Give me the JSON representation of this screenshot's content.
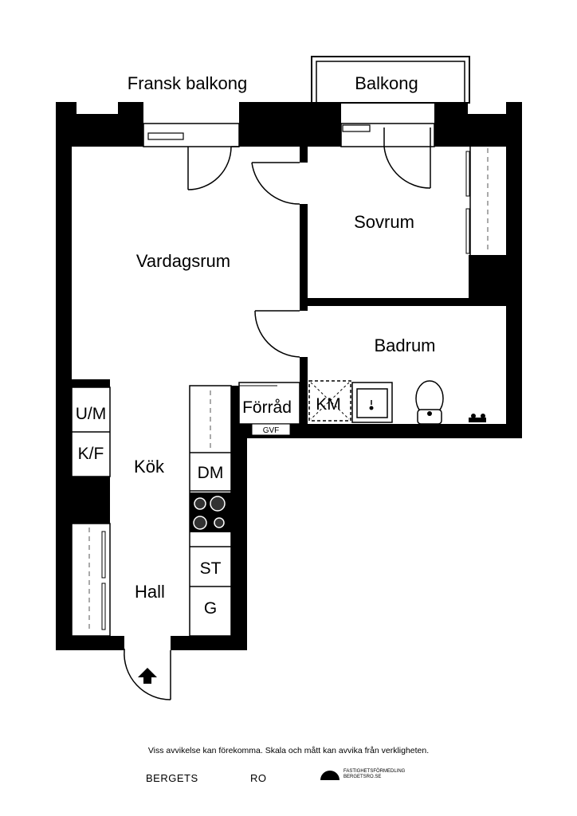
{
  "rooms": {
    "vardagsrum": "Vardagsrum",
    "sovrum": "Sovrum",
    "badrum": "Badrum",
    "kok": "Kök",
    "hall": "Hall",
    "forrad": "Förråd"
  },
  "outdoor": {
    "fransk_balkong": "Fransk balkong",
    "balkong": "Balkong"
  },
  "fixtures": {
    "um": "U/M",
    "kf": "K/F",
    "dm": "DM",
    "st": "ST",
    "g": "G",
    "km": "KM",
    "gvf": "GVF"
  },
  "icons": {
    "entrance": "entrance-arrow-icon",
    "toilet": "toilet-icon",
    "sink": "sink-icon",
    "stove": "stove-icon",
    "agency_logo": "agency-logo-icon"
  },
  "footer": {
    "disclaimer": "Viss avvikelse kan förekomma. Skala och mått kan avvika från verkligheten.",
    "brand_left": "BERGETS",
    "brand_right": "RO",
    "agency_line1": "FASTIGHETSFÖRMEDLING",
    "agency_line2": "BERGETSRO.SE"
  },
  "colors": {
    "wall": "#000000",
    "background": "#ffffff",
    "dashed": "#555555"
  }
}
